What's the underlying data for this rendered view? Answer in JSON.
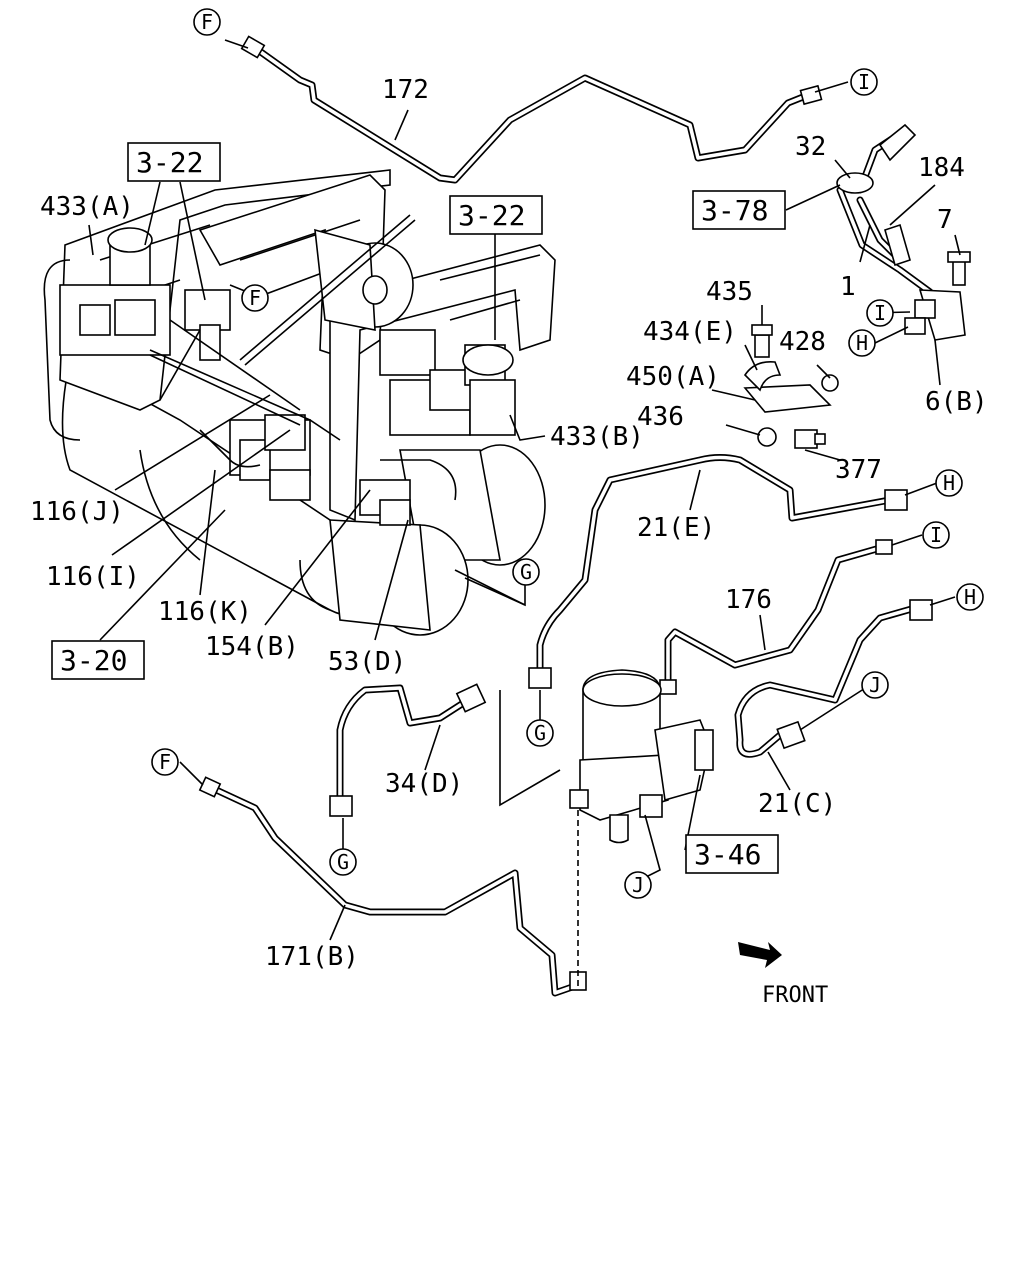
{
  "labels": {
    "l172": "172",
    "l433a": "433(A)",
    "l32": "32",
    "l184": "184",
    "l7": "7",
    "l1": "1",
    "l435": "435",
    "l434e": "434(E)",
    "l428": "428",
    "l450a": "450(A)",
    "l436": "436",
    "l6b": "6(B)",
    "l433b": "433(B)",
    "l377": "377",
    "l116j": "116(J)",
    "l21e": "21(E)",
    "l116i": "116(I)",
    "l176": "176",
    "l116k": "116(K)",
    "l154b": "154(B)",
    "l53d": "53(D)",
    "l34d": "34(D)",
    "l21c": "21(C)",
    "l171b": "171(B)",
    "front": "FRONT"
  },
  "refs": {
    "r322a": "3-22",
    "r322b": "3-22",
    "r378": "3-78",
    "r320": "3-20",
    "r346": "3-46"
  },
  "connectors": {
    "f1": "F",
    "i1": "I",
    "f2": "F",
    "i2": "I",
    "h1": "H",
    "h2": "H",
    "i3": "I",
    "h3": "H",
    "g1": "G",
    "j1": "J",
    "g2": "G",
    "f3": "F",
    "g3": "G",
    "j2": "J"
  }
}
